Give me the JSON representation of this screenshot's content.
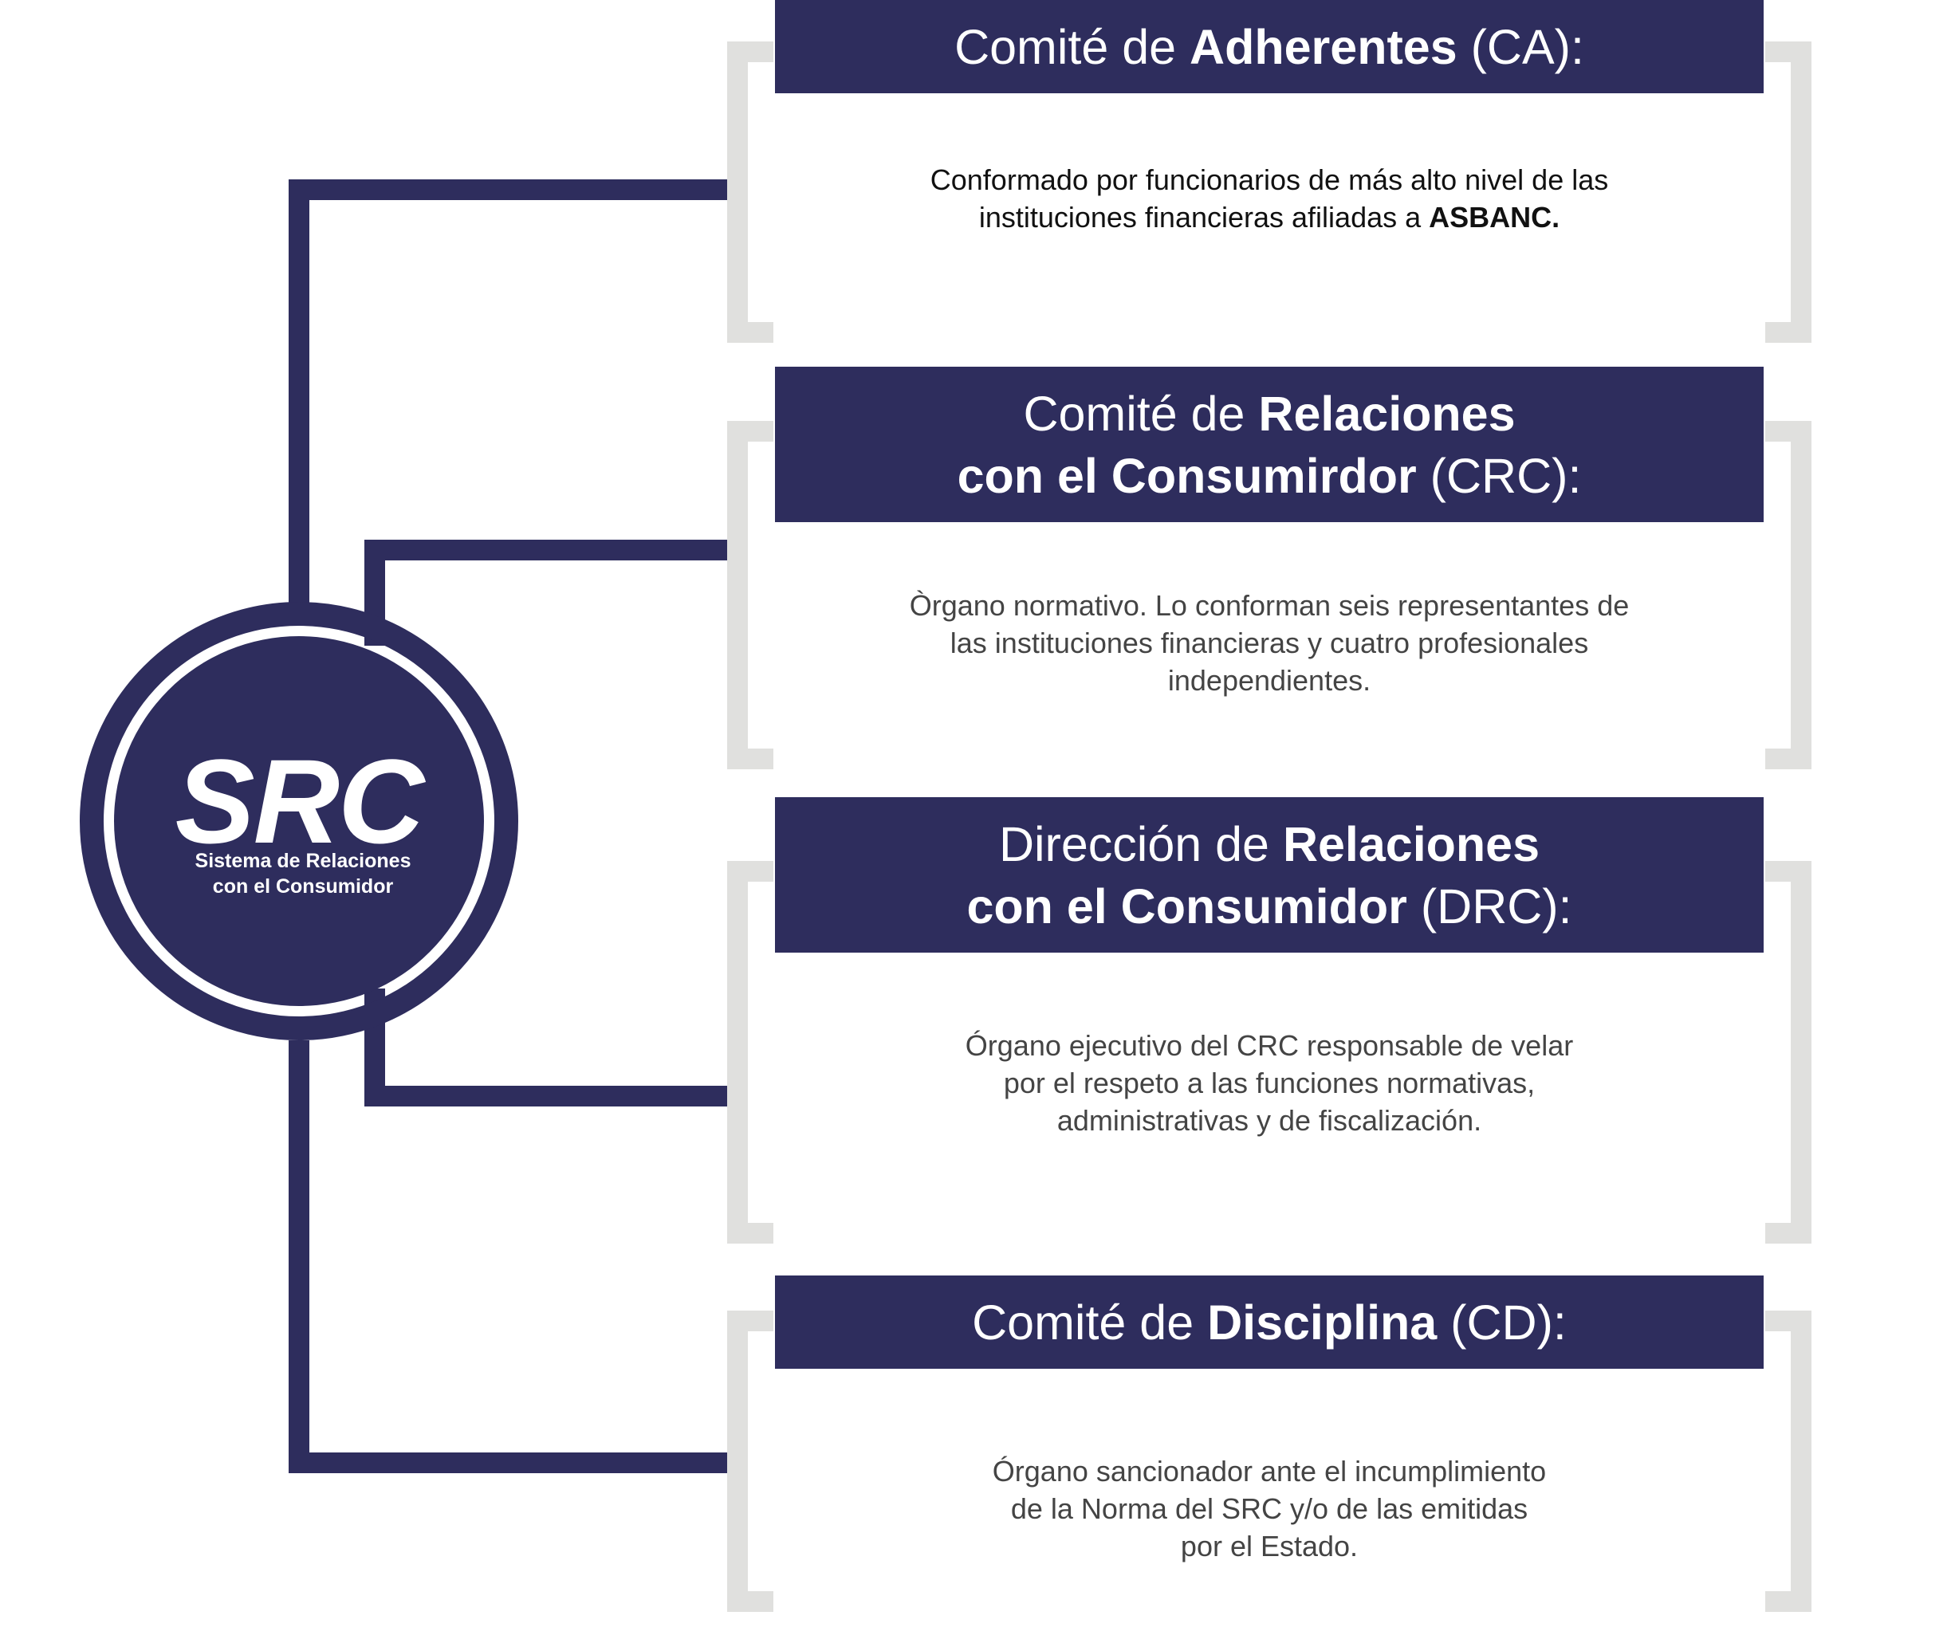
{
  "logo": {
    "title": "SRC",
    "subtitle_line1": "Sistema de Relaciones",
    "subtitle_line2": "con el Consumidor"
  },
  "colors": {
    "navy": "#2e2d5d",
    "bracket_gray": "#e0e0de",
    "body_text": "#444444"
  },
  "sections": [
    {
      "title_prefix": "Comité de ",
      "title_bold": "Adherentes",
      "title_suffix": " (CA):",
      "body_line1": "Conformado por funcionarios de más alto nivel de las",
      "body_line2_prefix": "instituciones financieras afiliadas a ",
      "body_line2_bold": "ASBANC."
    },
    {
      "title_line1_prefix": "Comité de ",
      "title_line1_bold": "Relaciones",
      "title_line2_bold": "con el Consumirdor",
      "title_line2_suffix": " (CRC):",
      "body_line1": "Òrgano normativo. Lo conforman seis representantes de",
      "body_line2": "las instituciones financieras y cuatro profesionales",
      "body_line3": "independientes."
    },
    {
      "title_line1_prefix": "Dirección de ",
      "title_line1_bold": "Relaciones",
      "title_line2_bold": "con el Consumidor",
      "title_line2_suffix": " (DRC):",
      "body_line1": "Órgano ejecutivo del CRC responsable de velar",
      "body_line2": "por el respeto a las funciones normativas,",
      "body_line3": "administrativas y de fiscalización."
    },
    {
      "title_prefix": "Comité de ",
      "title_bold": "Disciplina",
      "title_suffix": " (CD):",
      "body_line1": "Órgano sancionador ante el incumplimiento",
      "body_line2": "de la Norma del SRC y/o de las emitidas",
      "body_line3": "por el Estado."
    }
  ]
}
